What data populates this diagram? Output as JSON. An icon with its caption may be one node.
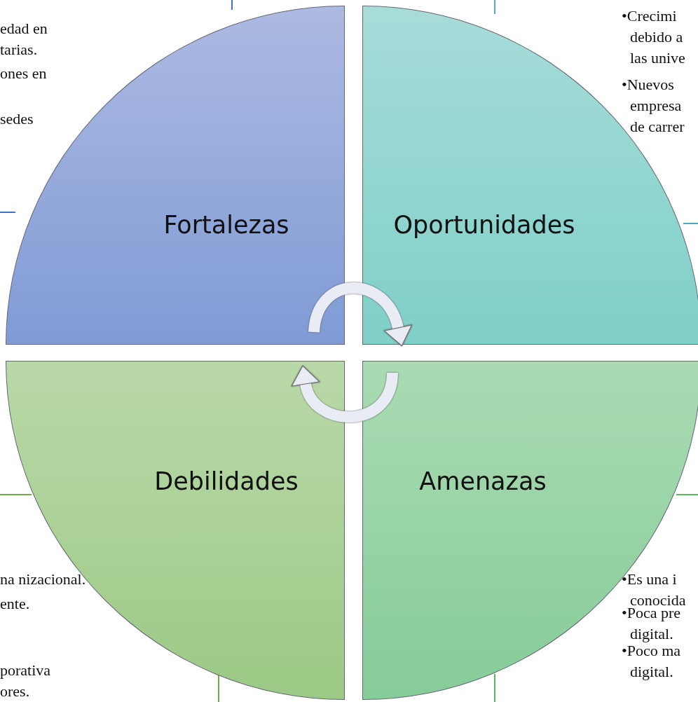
{
  "diagram": {
    "nodes": [
      {
        "text": [
          "Fortalezas"
        ]
      },
      {
        "text": [
          "Oportunidades"
        ]
      },
      {
        "text": [
          "Debilidades"
        ]
      },
      {
        "text": [
          "Amenazas"
        ]
      }
    ],
    "edges": [
      {
        "from": 0,
        "to": 1,
        "arrow": "to"
      },
      {
        "from": 3,
        "to": 2,
        "arrow": "to"
      }
    ],
    "labels": [
      "edad en tarias.",
      "ones en",
      "sedes",
      "•Crecimi debido a las unive",
      "•Nuevos empresa de carrer",
      "na nizacional.",
      "ente.",
      "porativa ores.",
      "•Es una i conocida",
      "•Poca pre digital.",
      "•Poco ma digital."
    ]
  }
}
